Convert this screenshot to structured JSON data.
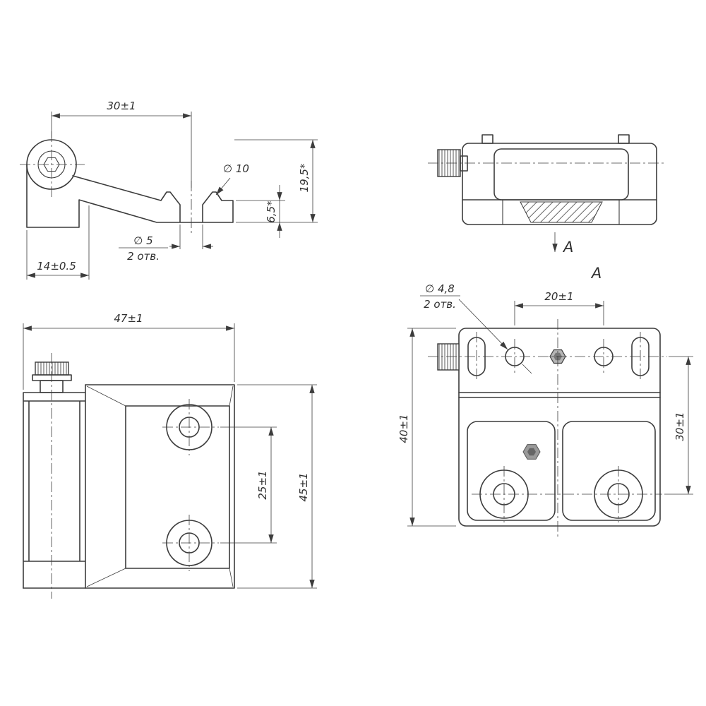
{
  "colors": {
    "background": "#ffffff",
    "line": "#3c3c3c"
  },
  "drawing": {
    "views": {
      "side": {
        "dim_width_top": "30±1",
        "dia_countersink": "∅ 10",
        "dim_height_total": "19,5*",
        "dim_height_plate": "6,5*",
        "dia_hole": "∅ 5",
        "hole_count": "2 отв.",
        "dim_base_width": "14±0.5"
      },
      "edge": {
        "view_arrow_label": "A"
      },
      "front": {
        "dim_width": "47±1",
        "dim_hole_spacing": "25±1",
        "dim_height": "45±1"
      },
      "top": {
        "title": "A",
        "dia_hole": "∅ 4,8",
        "hole_count": "2 отв.",
        "dim_hole_spacing": "20±1",
        "dim_height": "40±1",
        "dim_offset": "30±1"
      }
    }
  }
}
